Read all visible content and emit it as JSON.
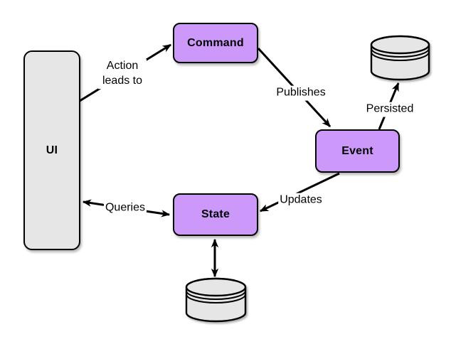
{
  "diagram": {
    "type": "flow-diagram",
    "nodes": {
      "ui": {
        "label": "UI"
      },
      "command": {
        "label": "Command"
      },
      "event": {
        "label": "Event"
      },
      "state": {
        "label": "State"
      },
      "event_store": {
        "icon": "database-cylinder-icon"
      },
      "state_store": {
        "icon": "database-cylinder-icon"
      }
    },
    "edges": [
      {
        "from": "ui",
        "to": "command",
        "label": "Action leads to",
        "bidirectional": false
      },
      {
        "from": "command",
        "to": "event",
        "label": "Publishes",
        "bidirectional": false
      },
      {
        "from": "event",
        "to": "event_store",
        "label": "Persisted",
        "bidirectional": false
      },
      {
        "from": "event",
        "to": "state",
        "label": "Updates",
        "bidirectional": false
      },
      {
        "from": "ui",
        "to": "state",
        "label": "Queries",
        "bidirectional": true
      },
      {
        "from": "state",
        "to": "state_store",
        "label": "",
        "bidirectional": true
      }
    ],
    "colors": {
      "node_fill_purple": "#CC99FA",
      "node_fill_gray": "#E6E6E6",
      "stroke": "#000000",
      "background": "#FFFFFF",
      "text": "#000000"
    }
  }
}
